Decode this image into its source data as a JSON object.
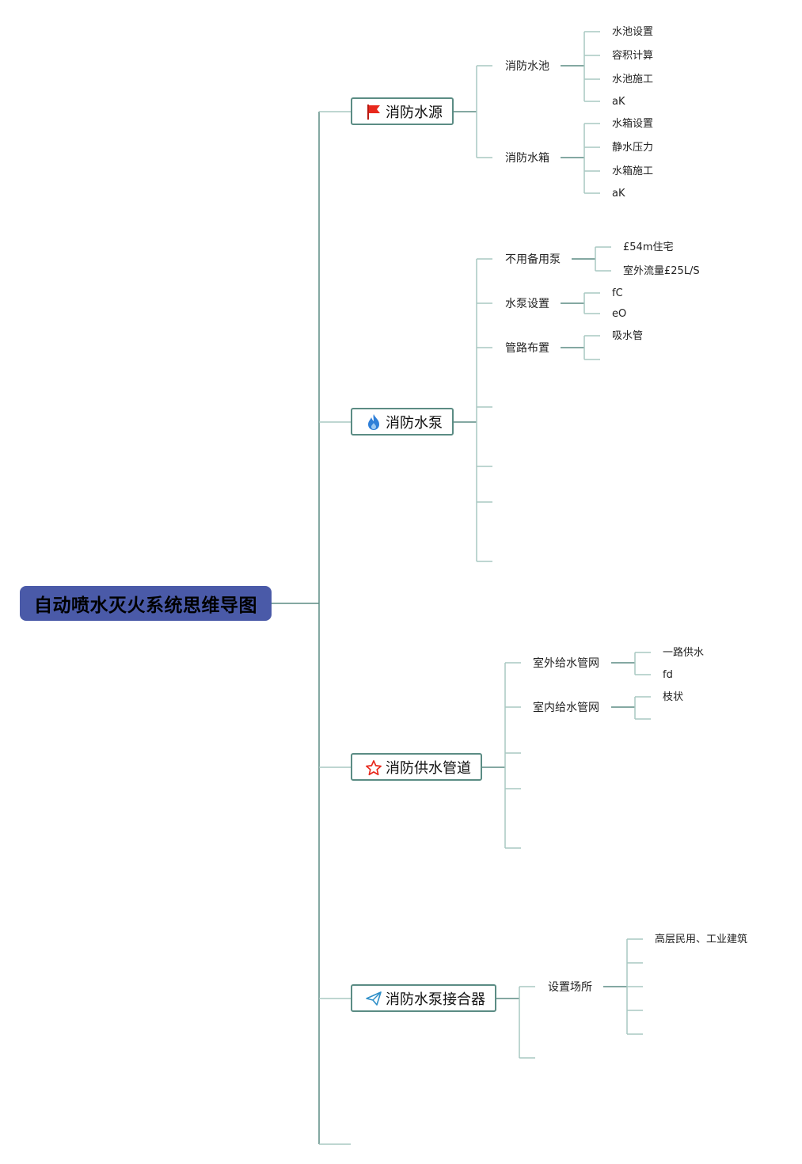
{
  "root": {
    "label": "自动喷水灭火系统思维导图"
  },
  "branches": [
    {
      "label": "消防水源",
      "icon": "flag-icon",
      "children": [
        {
          "label": "消防水池",
          "children": [
            "水池设置",
            "容积计算",
            "水池施工",
            "aK"
          ]
        },
        {
          "label": "消防水箱",
          "children": [
            "水箱设置",
            "静水压力",
            "水箱施工",
            "aK"
          ]
        }
      ]
    },
    {
      "label": "消防水泵",
      "icon": "flame-icon",
      "children": [
        {
          "label": "不用备用泵",
          "children": [
            "£54m住宅",
            "室外流量£25L/S"
          ]
        },
        {
          "label": "水泵设置",
          "children": [
            "fC",
            "eO"
          ]
        },
        {
          "label": "管路布置",
          "children": [
            "吸水管",
            ""
          ]
        }
      ]
    },
    {
      "label": "消防供水管道",
      "icon": "star-icon",
      "children": [
        {
          "label": "室外给水管网",
          "children": [
            "一路供水",
            "fd"
          ]
        },
        {
          "label": "室内给水管网",
          "children": [
            "枝状",
            ""
          ]
        }
      ]
    },
    {
      "label": "消防水泵接合器",
      "icon": "paper-plane-icon",
      "children": [
        {
          "label": "设置场所",
          "children": [
            "高层民用、工业建筑",
            "",
            "",
            "",
            ""
          ]
        }
      ]
    }
  ],
  "colors": {
    "line": "#5b8c84",
    "line_light": "#a9c8c2",
    "root_fill": "#4a5aa8",
    "flag": "#e8281c",
    "flame": "#2f7fd8",
    "star": "#e8281c",
    "plane": "#2f8fc8"
  }
}
